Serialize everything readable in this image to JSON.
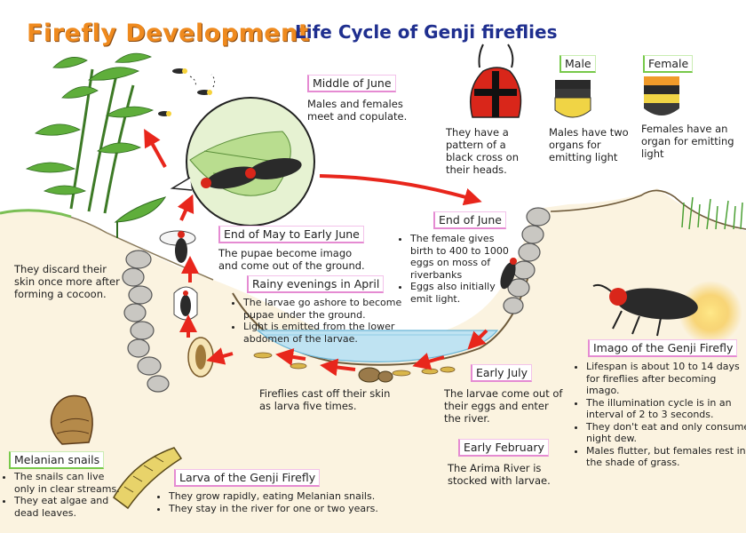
{
  "titles": {
    "main": "Firefly Development",
    "sub": "Life Cycle of Genji fireflies"
  },
  "head_panel": {
    "head_text": "They have a pattern of a black cross on their heads.",
    "male_label": "Male",
    "male_text": "Males have two organs for emitting light",
    "female_label": "Female",
    "female_text": "Females have an organ for emitting light"
  },
  "stages": {
    "middle_june": {
      "title": "Middle of June",
      "text": "Males and females meet and copulate."
    },
    "end_june": {
      "title": "End of June",
      "bullets": [
        "The female gives birth to 400 to 1000 eggs on moss of riverbanks",
        "Eggs also initially emit light."
      ]
    },
    "may_june": {
      "title": "End of May to Early June",
      "text": "The pupae become imago and come out of the ground."
    },
    "rainy_april": {
      "title": "Rainy evenings in April",
      "bullets": [
        "The larvae go ashore to become pupae under the ground.",
        "Light is emitted from the lower abdomen of the larvae."
      ]
    },
    "cocoon_text": "They discard their skin once more after forming a cocoon.",
    "skin_text": "Fireflies cast off their skin as larva five times.",
    "early_july": {
      "title": "Early July",
      "text": "The larvae come out of their eggs and enter the river."
    },
    "early_feb": {
      "title": "Early February",
      "text": "The Arima River is stocked with larvae."
    }
  },
  "imago": {
    "title": "Imago of the Genji Firefly",
    "bullets": [
      "Lifespan is about 10 to 14 days for fireflies after becoming imago.",
      "The illumination cycle is in an interval of 2 to 3 seconds.",
      "They don't eat and only consume night dew.",
      "Males flutter, but females rest in the shade of grass."
    ]
  },
  "snails": {
    "title": "Melanian snails",
    "bullets": [
      "The snails can live only in clear streams.",
      "They eat algae and dead leaves."
    ]
  },
  "larva": {
    "title": "Larva of the Genji Firefly",
    "bullets": [
      "They grow rapidly, eating Melanian snails.",
      "They stay in the river for one or two years."
    ]
  },
  "colors": {
    "title_orange": "#ef8a1e",
    "title_blue": "#1f2f8f",
    "arrow_red": "#e8261c",
    "firefly_red": "#d9261a",
    "water_blue": "#bfe3f2",
    "soil_tan": "#d9c08a",
    "grass_green": "#4aa033",
    "glow_yellow": "#f6d23a"
  }
}
